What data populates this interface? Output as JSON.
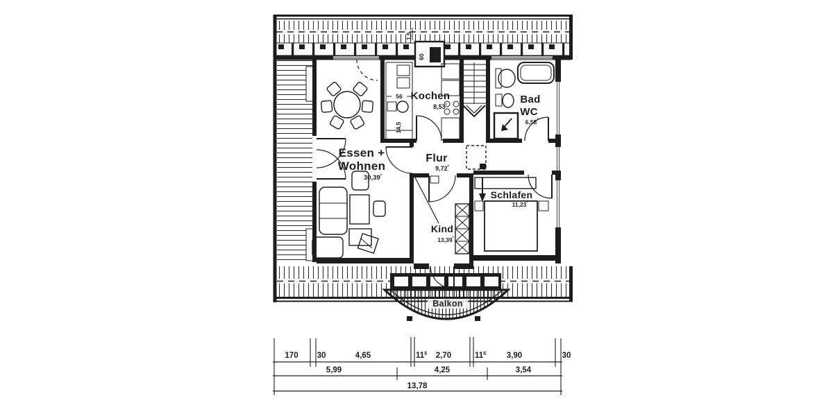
{
  "colors": {
    "ink": "#1d1d1d",
    "paper": "#fbfbfa"
  },
  "rooms": {
    "living": {
      "label_line1": "Essen +",
      "label_line2": "Wohnen",
      "area": "30,39",
      "area_unit": "²"
    },
    "kitchen": {
      "label": "Kochen",
      "area": "8,53",
      "area_unit": "²"
    },
    "bath": {
      "label_line1": "Bad",
      "label_line2": "WC",
      "area": "6,58",
      "area_unit": "²"
    },
    "hall": {
      "label": "Flur",
      "area": "9,72",
      "area_unit": "²"
    },
    "bedroom": {
      "label": "Schlafen",
      "area": "11,23",
      "area_unit": "²"
    },
    "child": {
      "label": "Kind",
      "area": "13,39",
      "area_unit": "²"
    },
    "balcony": {
      "label": "Balkon"
    }
  },
  "small_dimensions": {
    "roof_opening_offset": "1,5",
    "flue_width": "60",
    "kitchen_counter_width": "56",
    "kitchen_counter_depth": "14,5"
  },
  "dimension_rows": {
    "row1": [
      {
        "v": "170",
        "sup": ""
      },
      {
        "v": "30",
        "sup": ""
      },
      {
        "v": "4,65",
        "sup": ""
      },
      {
        "v": "11",
        "sup": "5"
      },
      {
        "v": "2,70",
        "sup": ""
      },
      {
        "v": "11",
        "sup": "5"
      },
      {
        "v": "3,90",
        "sup": ""
      },
      {
        "v": "30",
        "sup": ""
      }
    ],
    "row2": [
      "5,99",
      "4,25",
      "3,54"
    ],
    "total": "13,78"
  }
}
